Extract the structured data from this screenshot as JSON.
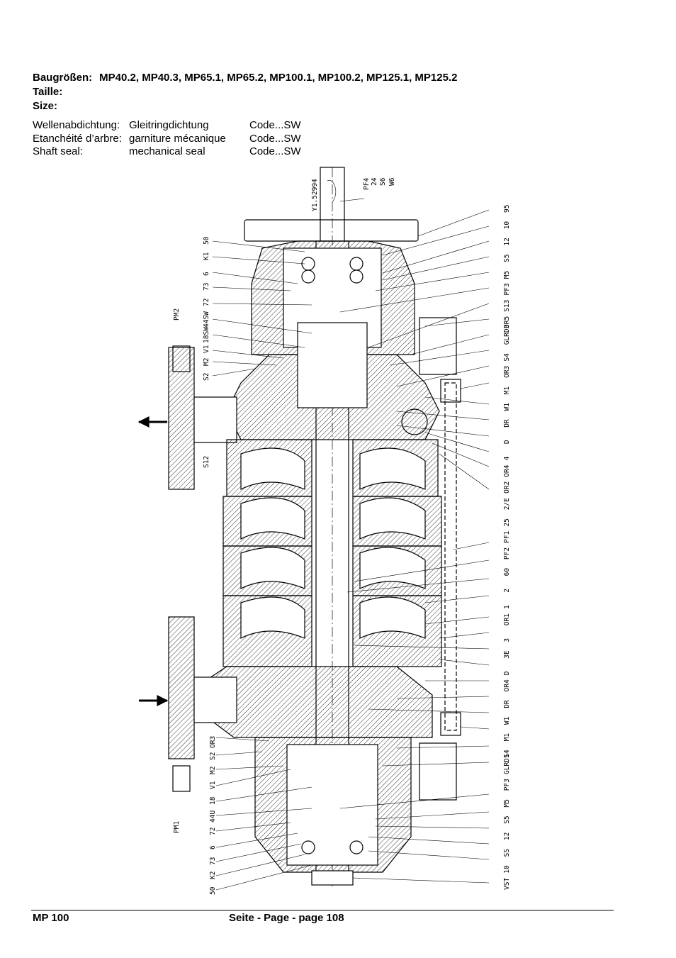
{
  "header": {
    "label_de": "Baugrößen:",
    "label_fr": "Taille:",
    "label_en": "Size:",
    "sizes": "MP40.2, MP40.3, MP65.1, MP65.2, MP100.1, MP100.2, MP125.1, MP125.2"
  },
  "seal": [
    {
      "label": "Wellenabdichtung:",
      "type": "Gleitringdichtung",
      "code": "Code...SW"
    },
    {
      "label": "Etanchéité d’arbre:",
      "type": "garniture mécanique",
      "code": "Code...SW"
    },
    {
      "label": "Shaft seal:",
      "type": "mechanical seal",
      "code": "Code...SW"
    }
  ],
  "drawing": {
    "drawing_number": "Y1.52994",
    "top_labels": [
      "PF4",
      "24",
      "S6",
      "W6"
    ],
    "left_labels": [
      "50",
      "K1",
      "6",
      "73",
      "72",
      "44SW",
      "18SW",
      "V1",
      "M2",
      "S2"
    ],
    "left_labels_bottom": [
      "OR3",
      "S2",
      "M2",
      "V1",
      "18",
      "44U",
      "72",
      "6",
      "73",
      "K2",
      "50"
    ],
    "right_labels": [
      "95",
      "10",
      "12",
      "S5",
      "M5",
      "PF3",
      "S13",
      "OR5",
      "GLRD3",
      "S4",
      "OR3",
      "M1",
      "W1",
      "DR",
      "D",
      "4",
      "OR4",
      "OR2",
      "2/E",
      "25",
      "PF1",
      "PF2",
      "60",
      "2",
      "1",
      "OR1",
      "3",
      "3E",
      "D",
      "OR4",
      "DR",
      "W1",
      "M1",
      "S4",
      "GLRD1",
      "PF3",
      "M5",
      "S5",
      "12",
      "SS",
      "10",
      "VST"
    ],
    "pm_top": "PM2",
    "pm_bottom": "PM1",
    "s12": "S12"
  },
  "footer": {
    "left": "MP 100",
    "page": "Seite - Page - page 108"
  }
}
